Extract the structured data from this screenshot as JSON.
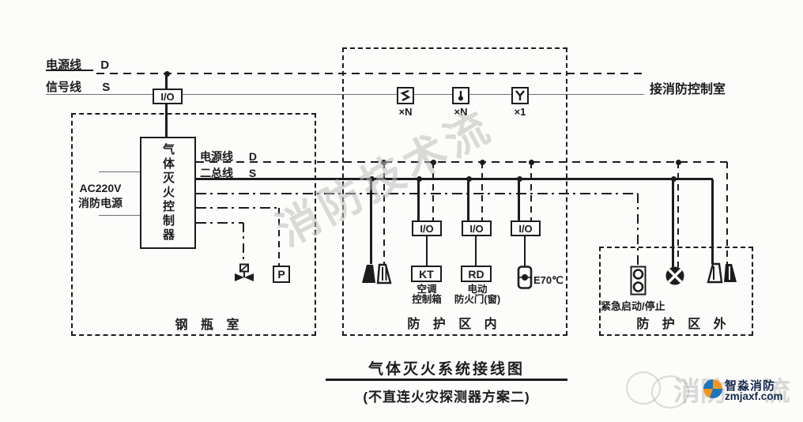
{
  "colors": {
    "ink": "#1c1c1c",
    "bg": "#fcfcfa",
    "watermark": "#bdbdbd",
    "brand_blue": "#15294e",
    "logo_orange": "#f7941d",
    "logo_blue": "#1b75bb"
  },
  "top": {
    "power_label": "电源线",
    "power_code": "D",
    "signal_label": "信号线",
    "signal_code": "S",
    "control_room": "接消防控制室",
    "io": "I/O"
  },
  "cylinder_room": {
    "zone_name": "钢 瓶 室",
    "controller": "气体灭火控制器",
    "supply_line1": "AC220V",
    "supply_line2": "消防电源",
    "out_power_label": "电源线",
    "out_power_code": "D",
    "out_bus_label": "二总线",
    "out_bus_code": "S",
    "pressure_switch": "P"
  },
  "zone_in": {
    "zone_name": "防 护 区 内",
    "io": "I/O",
    "detector_qty": [
      "×N",
      "×N",
      "×1"
    ],
    "kt_label": "KT",
    "kt_desc1": "空调",
    "kt_desc2": "控制箱",
    "rd_label": "RD",
    "rd_desc1": "电动",
    "rd_desc2": "防火门(窗)",
    "temp_label": "E70℃"
  },
  "zone_out": {
    "zone_name": "防 护 区 外",
    "emergency_label": "紧急启动/停止"
  },
  "title": {
    "main": "气体灭火系统接线图",
    "sub": "(不直连火灾探测器方案二)"
  },
  "watermark": {
    "diagonal": "消防技术流",
    "faint_left": "消防",
    "faint_right": "流",
    "brand": "智淼消防",
    "site": "zmjaxf.com"
  }
}
